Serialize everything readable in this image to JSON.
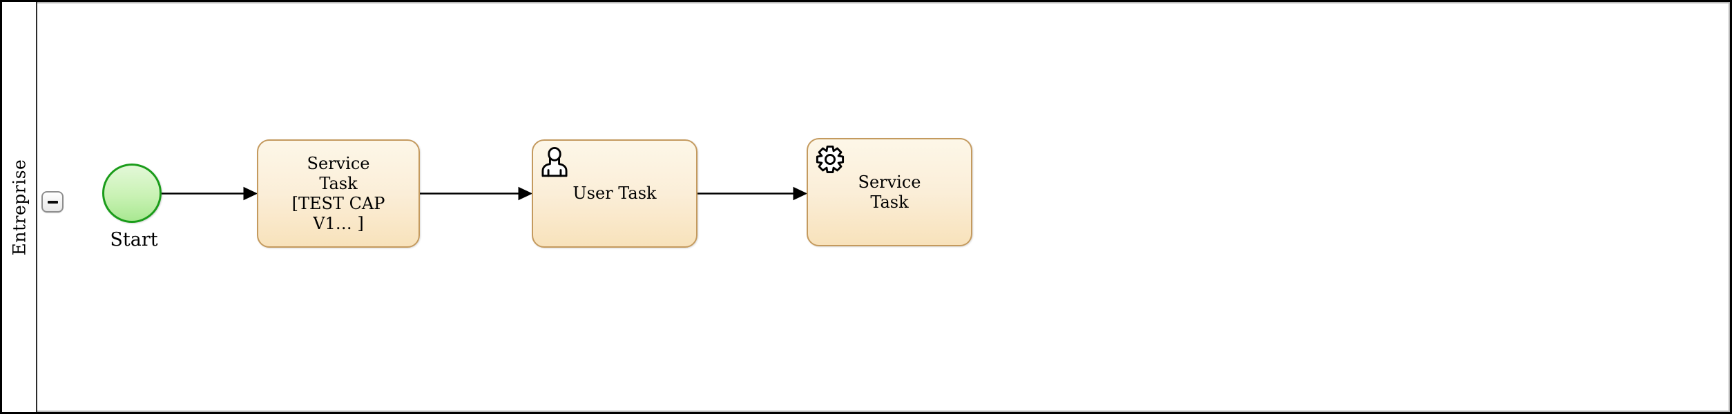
{
  "lane": {
    "label": "Entreprise",
    "collapse_control": "minus"
  },
  "process": {
    "start_event": {
      "label": "Start"
    },
    "tasks": [
      {
        "id": "service-task-1",
        "type": "service",
        "icon": "none",
        "lines": [
          "Service",
          "Task",
          "[TEST CAP",
          "V1… ]"
        ]
      },
      {
        "id": "user-task",
        "type": "user",
        "icon": "user-icon",
        "lines": [
          "User Task"
        ]
      },
      {
        "id": "service-task-2",
        "type": "service",
        "icon": "gear-icon",
        "lines": [
          "Service",
          "Task"
        ]
      }
    ],
    "flows": [
      {
        "from": "start-event",
        "to": "service-task-1"
      },
      {
        "from": "service-task-1",
        "to": "user-task"
      },
      {
        "from": "user-task",
        "to": "service-task-2"
      }
    ]
  },
  "colors": {
    "task_border": "#c49a5e",
    "task_fill_top": "#fdf7e8",
    "task_fill_bottom": "#f8e2bb",
    "start_border": "#1a9c1a",
    "start_fill_top": "#e3f8d8",
    "start_fill_bottom": "#a9e892",
    "flow_line": "#000000",
    "lane_separator": "#2b2b2b",
    "lane_background": "#ffffff"
  }
}
